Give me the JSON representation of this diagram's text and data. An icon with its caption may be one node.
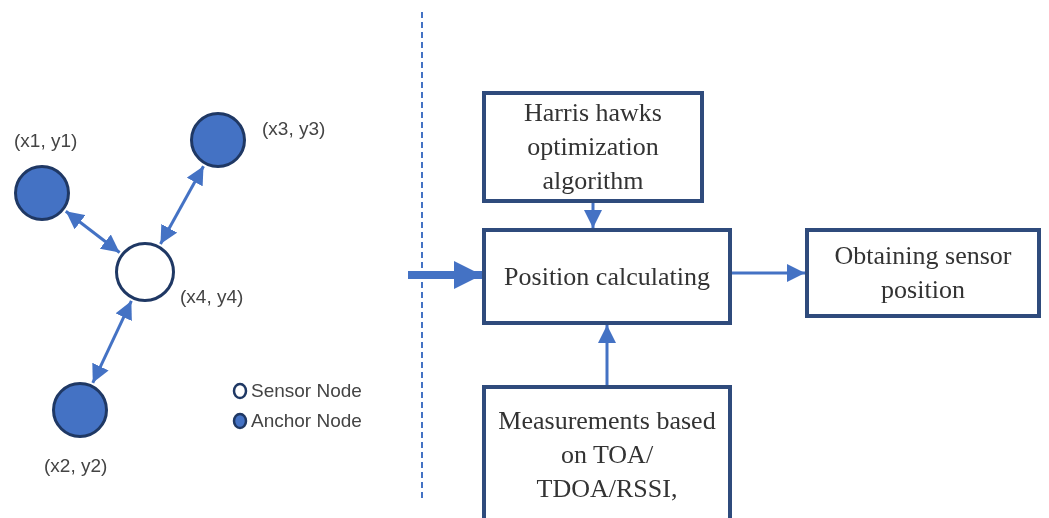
{
  "diagram": {
    "nodes": [
      {
        "text": [],
        "shape": "circle",
        "beside": [
          "(x1, y1)"
        ]
      },
      {
        "text": [],
        "shape": "circle",
        "beside": [
          "(x3, y3)"
        ]
      },
      {
        "text": [],
        "shape": "circle",
        "beside": [
          "(x4, y4)"
        ]
      },
      {
        "text": [],
        "shape": "circle",
        "beside": [
          "(x2, y2)"
        ]
      },
      {
        "text": [
          "Harris hawks optimization algorithm"
        ]
      },
      {
        "text": [
          "Position calculating"
        ]
      },
      {
        "text": [
          "Obtaining sensor position"
        ]
      },
      {
        "text": [
          "Measurements based on TOA/ TDOA/RSSI,"
        ]
      }
    ],
    "edges": [
      {
        "from": 0,
        "to": 2,
        "arrow": "both"
      },
      {
        "from": 1,
        "to": 2,
        "arrow": "both"
      },
      {
        "from": 3,
        "to": 2,
        "arrow": "both"
      },
      {
        "from": 4,
        "to": 5,
        "arrow": "to"
      },
      {
        "from": null,
        "to": 5,
        "arrow": "to",
        "style": "thick"
      },
      {
        "from": 5,
        "to": 6,
        "arrow": "to"
      },
      {
        "from": 7,
        "to": 5,
        "arrow": "to"
      }
    ],
    "legend": [
      {
        "text": "Sensor Node"
      },
      {
        "text": "Anchor Node"
      }
    ]
  }
}
